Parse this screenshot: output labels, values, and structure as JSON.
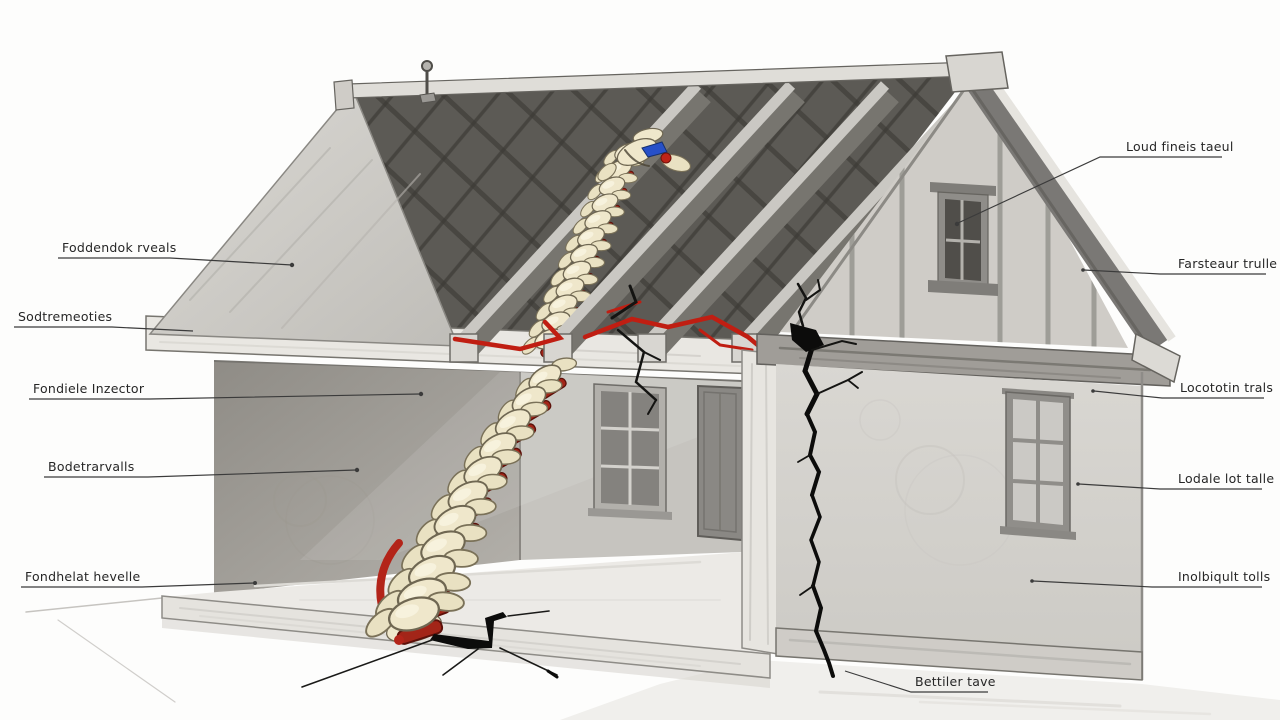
{
  "labels": {
    "left": [
      {
        "text": "Foddendok rveals"
      },
      {
        "text": "Sodtremeoties"
      },
      {
        "text": "Fondiele Inzector"
      },
      {
        "text": "Bodetrarvalls"
      },
      {
        "text": "Fondhelat hevelle"
      }
    ],
    "right": [
      {
        "text": "Loud fineis taeul"
      },
      {
        "text": "Farsteaur trulle"
      },
      {
        "text": "Locototin trals"
      },
      {
        "text": "Lodale lot talle"
      },
      {
        "text": "Inolbiqult tolls"
      },
      {
        "text": "Bettiler tave"
      }
    ]
  },
  "colors": {
    "paper": "#fdfdfc",
    "bone": "#efe7cb",
    "disc_red": "#a32518",
    "accent_red": "#c01e12",
    "accent_blue": "#2750c8",
    "crack_black": "#0c0c0b",
    "ink": "#262626",
    "wood_light": "#e9e7e2",
    "wood_mid": "#9b9893",
    "roof_dark": "#5c5a55"
  }
}
